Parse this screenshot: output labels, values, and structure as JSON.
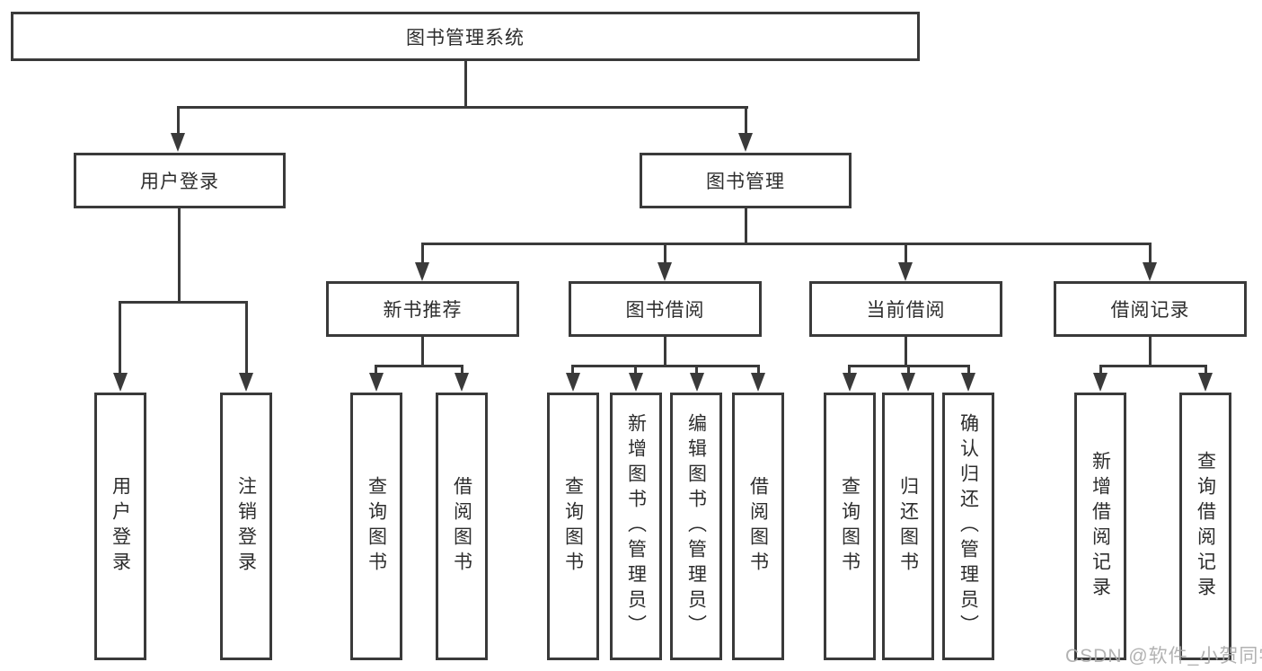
{
  "diagram_title": "图书管理系统",
  "tree": {
    "root": {
      "label": "图书管理系统",
      "children": [
        {
          "label": "用户登录",
          "children": [
            {
              "label": "用户登录"
            },
            {
              "label": "注销登录"
            }
          ]
        },
        {
          "label": "图书管理",
          "children": [
            {
              "label": "新书推荐",
              "children": [
                {
                  "label": "查询图书"
                },
                {
                  "label": "借阅图书"
                }
              ]
            },
            {
              "label": "图书借阅",
              "children": [
                {
                  "label": "查询图书"
                },
                {
                  "label": "新增图书（管理员）"
                },
                {
                  "label": "编辑图书（管理员）"
                },
                {
                  "label": "借阅图书"
                }
              ]
            },
            {
              "label": "当前借阅",
              "children": [
                {
                  "label": "查询图书"
                },
                {
                  "label": "归还图书"
                },
                {
                  "label": "确认归还（管理员）"
                }
              ]
            },
            {
              "label": "借阅记录",
              "children": [
                {
                  "label": "新增借阅记录"
                },
                {
                  "label": "查询借阅记录"
                }
              ]
            }
          ]
        }
      ]
    }
  },
  "watermark": "CSDN @软件_小贺同学",
  "colors": {
    "line": "#3a3a3a",
    "text": "#2d2d2d",
    "watermark": "#aaaaaa",
    "background": "#ffffff"
  }
}
